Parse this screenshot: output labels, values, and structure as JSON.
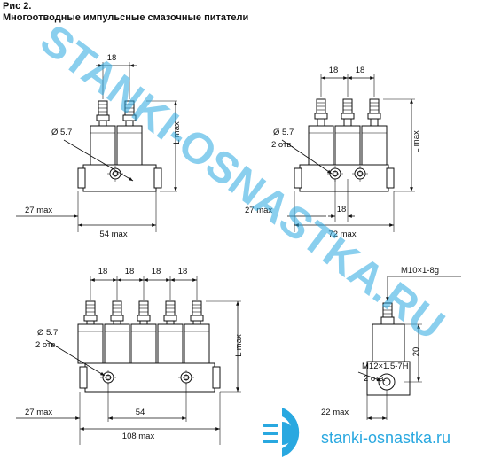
{
  "caption": {
    "figure": "Рис 2.",
    "title": "Многоотводные импульсные смазочные питатели"
  },
  "drawings": {
    "two_outlet": {
      "spacing": "18",
      "hole": "Ø 5.7",
      "offset": "27 max",
      "width": "54 max",
      "height": "L max"
    },
    "three_outlet": {
      "spacing": "18",
      "hole": "Ø 5.7",
      "hole_count": "2 отв.",
      "offset": "27 max",
      "width": "72 max",
      "height": "L max"
    },
    "five_outlet": {
      "spacing": "18",
      "hole": "Ø 5.7",
      "hole_count": "2 отв.",
      "offset": "27 max",
      "inner": "54",
      "width": "108 max",
      "height": "L max"
    },
    "side_view": {
      "thread_top": "M10×1-8g",
      "thread_side": "M12×1.5-7H",
      "hole_count": "2 отв.",
      "dim_20": "20",
      "offset": "22 max"
    }
  },
  "watermark": {
    "diagonal": "STANKI-OSNASTKA.RU",
    "site": "stanki-osnastka.ru",
    "color": "#29a8e0"
  }
}
